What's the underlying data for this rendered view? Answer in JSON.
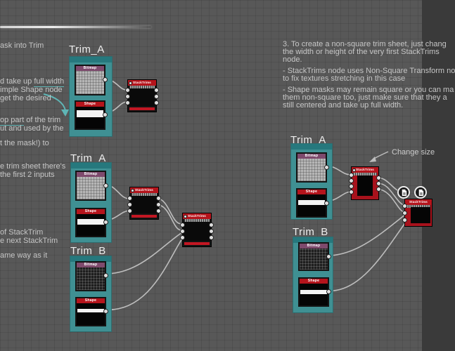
{
  "labels": {
    "bitmap": "Bitmap",
    "shape": "Shape",
    "stacktrims": "StackTrims"
  },
  "titles": {
    "g1": "Trim_A",
    "g2": "Trim_A",
    "g3": "Trim_B",
    "g4": "Trim_A",
    "g5": "Trim_B"
  },
  "left_notes": [
    {
      "text": "ask into Trim"
    },
    {
      "pre": "d take up ",
      "underlined": "full width"
    },
    {
      "text": "imple Shape node"
    },
    {
      "text": "get the desired"
    },
    {
      "underlined": "op part",
      "post": " of the trim"
    },
    {
      "text": "ut and used by the"
    },
    {
      "text": "t the mask!) to"
    },
    {
      "text": "e trim sheet there's"
    },
    {
      "text": "the first 2 inputs"
    },
    {
      "text": "of StackTrim"
    },
    {
      "text": "e next StackTrim"
    },
    {
      "text": "ame way as it"
    }
  ],
  "right_notes": [
    "3. To create a non-square trim sheet, just chang",
    "the width or height of the very first StackTrims",
    "node.",
    "- StackTrims node uses Non-Square Transform no",
    "to fix textures stretching in this case",
    "- Shape masks may remain square or you can ma",
    "them non-square too, just make sure that they a",
    "still centered and take up full width."
  ],
  "annotations": {
    "change_size": "Change size"
  },
  "colors": {
    "background": "#585858",
    "frame_teal": "#3f9093",
    "frame_teal_dark": "#26787d",
    "accent_teal": "#5fb6b6",
    "header_purple": "#7e4a6d",
    "header_red": "#b5141c",
    "footer_red": "#c21723",
    "wire": "#c9c9c9",
    "note_text": "#c6c6c6",
    "title_text": "#ededed"
  }
}
